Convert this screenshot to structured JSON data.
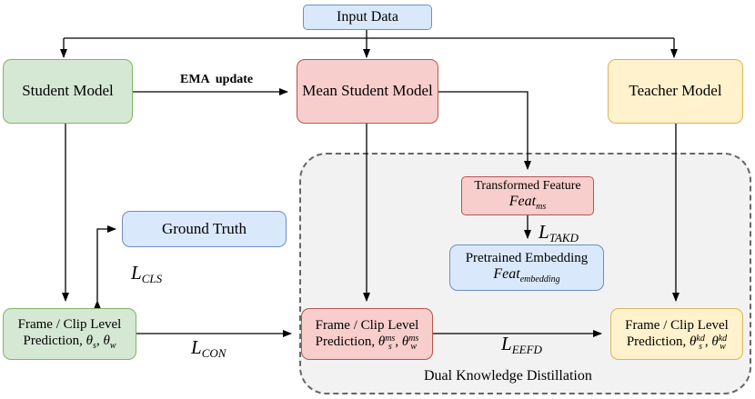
{
  "nodes": {
    "input_data": "Input Data",
    "student_model": "Student Model",
    "mean_student_model": "Mean Student Model",
    "teacher_model": "Teacher Model",
    "ground_truth": "Ground Truth",
    "transformed_feature": {
      "title": "Transformed Feature",
      "var": "Feat",
      "sub": "ms"
    },
    "pretrained_embedding": {
      "title": "Pretrained Embedding",
      "var": "Feat",
      "sub": "embedding"
    },
    "pred_student": {
      "line1": "Frame / Clip Level",
      "line2": "Prediction,",
      "s": "θ",
      "s_sub": "s",
      "w": "θ",
      "w_sub": "w"
    },
    "pred_mean_student": {
      "line1": "Frame / Clip Level",
      "line2": "Prediction,",
      "s": "θ",
      "s_sub": "s",
      "s_sup": "ms",
      "w": "θ",
      "w_sub": "w",
      "w_sup": "ms"
    },
    "pred_teacher": {
      "line1": "Frame / Clip Level",
      "line2": "Prediction,",
      "s": "θ",
      "s_sub": "s",
      "s_sup": "kd",
      "w": "θ",
      "w_sub": "w",
      "w_sup": "kd"
    }
  },
  "edge_labels": {
    "ema_update": "EMA  update",
    "l_cls": {
      "base": "L",
      "sub": "CLS"
    },
    "l_con": {
      "base": "L",
      "sub": "CON"
    },
    "l_eefd": {
      "base": "L",
      "sub": "EEFD"
    },
    "l_takd": {
      "base": "L",
      "sub": "TAKD"
    }
  },
  "group": {
    "dual_kd_label": "Dual Knowledge Distillation"
  }
}
